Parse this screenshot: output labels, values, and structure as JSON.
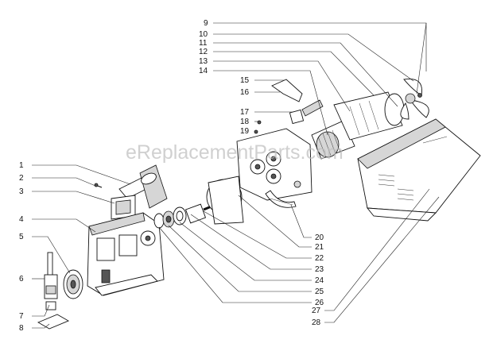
{
  "watermark": "eReplacementParts.com",
  "callouts": [
    {
      "id": "1",
      "label": "1"
    },
    {
      "id": "2",
      "label": "2"
    },
    {
      "id": "3",
      "label": "3"
    },
    {
      "id": "4",
      "label": "4"
    },
    {
      "id": "5",
      "label": "5"
    },
    {
      "id": "6",
      "label": "6"
    },
    {
      "id": "7",
      "label": "7"
    },
    {
      "id": "8",
      "label": "8"
    },
    {
      "id": "9",
      "label": "9"
    },
    {
      "id": "10",
      "label": "10"
    },
    {
      "id": "11",
      "label": "11"
    },
    {
      "id": "12",
      "label": "12"
    },
    {
      "id": "13",
      "label": "13"
    },
    {
      "id": "14",
      "label": "14"
    },
    {
      "id": "15",
      "label": "15"
    },
    {
      "id": "16",
      "label": "16"
    },
    {
      "id": "17",
      "label": "17"
    },
    {
      "id": "18",
      "label": "18"
    },
    {
      "id": "19",
      "label": "19"
    },
    {
      "id": "20",
      "label": "20"
    },
    {
      "id": "21",
      "label": "21"
    },
    {
      "id": "22",
      "label": "22"
    },
    {
      "id": "23",
      "label": "23"
    },
    {
      "id": "24",
      "label": "24"
    },
    {
      "id": "25",
      "label": "25"
    },
    {
      "id": "26",
      "label": "26"
    },
    {
      "id": "27",
      "label": "27"
    },
    {
      "id": "28",
      "label": "28"
    }
  ]
}
